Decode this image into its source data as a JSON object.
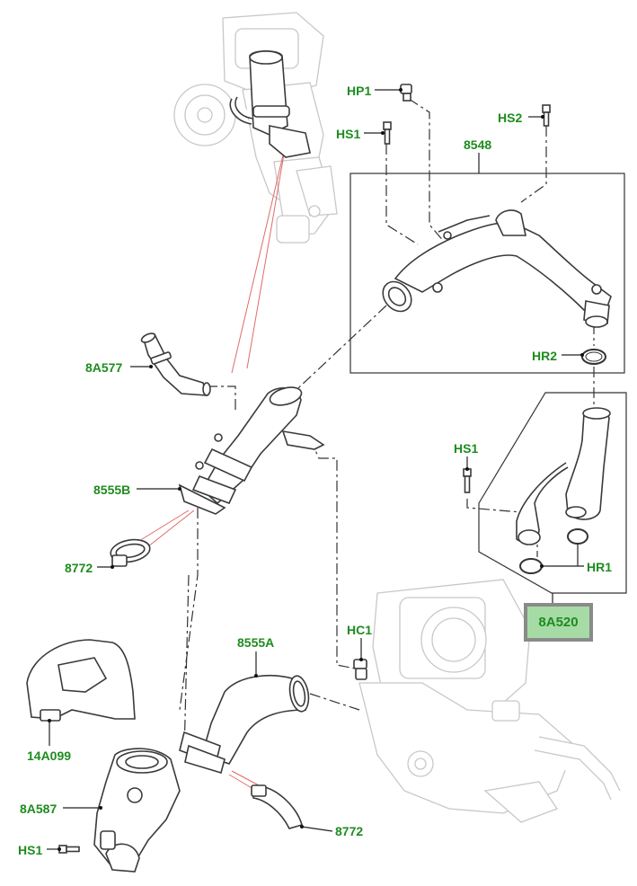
{
  "labels": {
    "hp1": "HP1",
    "hs1_top": "HS1",
    "hs2": "HS2",
    "p8548": "8548",
    "hr2": "HR2",
    "p8a577": "8A577",
    "hs1_mid": "HS1",
    "p8555b": "8555B",
    "p8772_left": "8772",
    "hr1": "HR1",
    "p8a520": "8A520",
    "hc1": "HC1",
    "p8555a": "8555A",
    "p14a099": "14A099",
    "p8a587": "8A587",
    "hs1_bottom": "HS1",
    "p8772_bottom": "8772"
  },
  "colors": {
    "label_text": "#1e8c1e",
    "highlight_fill": "#a6dba6",
    "highlight_border": "#8a8a8a",
    "part_line": "#3a3a3a",
    "ghost_line": "#c8c8c8",
    "red_leader": "#e06a6a"
  },
  "highlighted_part": "8A520"
}
